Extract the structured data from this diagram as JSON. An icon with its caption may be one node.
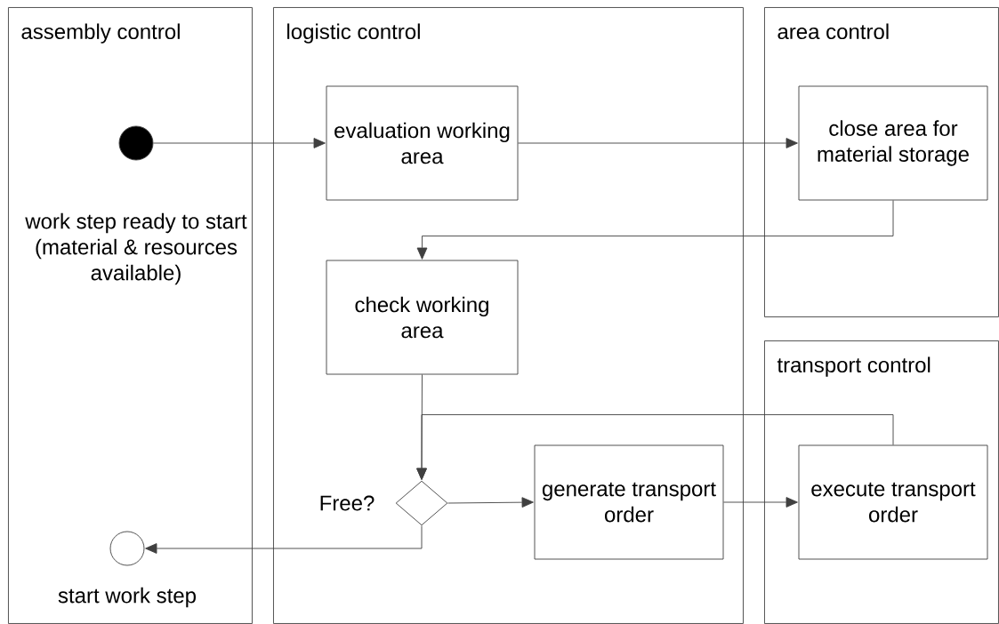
{
  "diagram": {
    "nodes": [
      {
        "text": [
          "assembly control"
        ]
      },
      {
        "text": [
          "logistic control"
        ]
      },
      {
        "text": [
          "area control"
        ]
      },
      {
        "text": [
          "transport control"
        ]
      },
      {
        "text": [],
        "shape": "circle",
        "in": 0,
        "beside": [
          "work step ready to start (material & resources available)"
        ]
      },
      {
        "text": [
          "evaluation working area"
        ],
        "in": 1
      },
      {
        "text": [
          "close area for material storage"
        ],
        "in": 2
      },
      {
        "text": [
          "check working area"
        ],
        "in": 1
      },
      {
        "text": [],
        "shape": "diamond",
        "in": 1,
        "beside": [
          "Free?"
        ]
      },
      {
        "text": [
          "generate transport order"
        ],
        "in": 1
      },
      {
        "text": [
          "execute transport order"
        ],
        "in": 3
      },
      {
        "text": [],
        "shape": "circle",
        "in": 0,
        "beside": [
          "start work step"
        ]
      }
    ],
    "edges": [
      {
        "from": 4,
        "to": 5,
        "arrow": "to"
      },
      {
        "from": 5,
        "to": 6,
        "arrow": "to"
      },
      {
        "from": 6,
        "to": 7,
        "arrow": "to"
      },
      {
        "from": 7,
        "to": 8,
        "arrow": "to"
      },
      {
        "from": 10,
        "to": 8,
        "arrow": "to"
      },
      {
        "from": 8,
        "to": 9,
        "arrow": "to"
      },
      {
        "from": 9,
        "to": 10,
        "arrow": "to"
      },
      {
        "from": 8,
        "to": 11,
        "arrow": "to"
      }
    ]
  }
}
